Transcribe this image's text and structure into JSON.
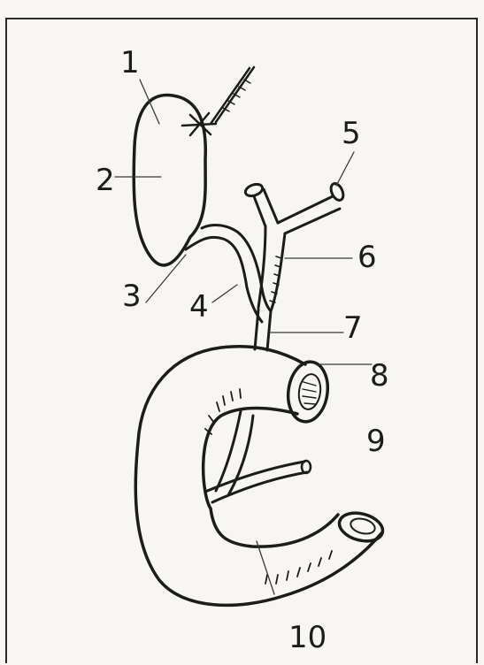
{
  "labels": {
    "l1": "1",
    "l2": "2",
    "l3": "3",
    "l4": "4",
    "l5": "5",
    "l6": "6",
    "l7": "7",
    "l8": "8",
    "l9": "9",
    "l10": "10"
  },
  "colors": {
    "ink": "#1c1c1c",
    "paper": "#f7f6f2"
  }
}
